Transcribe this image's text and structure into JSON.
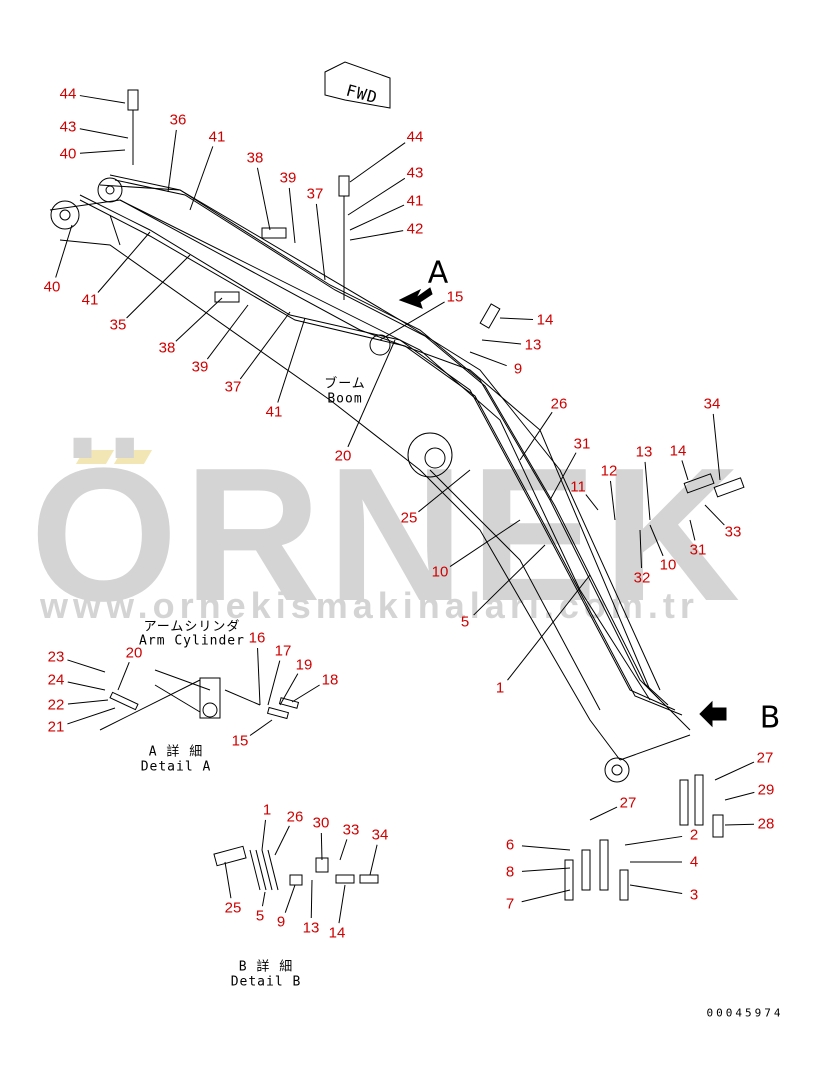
{
  "watermark": {
    "logo": "ÖRNEK",
    "url": "www.ornekismakinalari.com.tr"
  },
  "colors": {
    "callout": "#d00000",
    "line": "#000000",
    "watermark": "#d4d4d4",
    "accent": "#f2e6b4"
  },
  "fwd_label": "FWD",
  "view_a": "A",
  "view_b": "B",
  "boom": {
    "jp": "ブーム",
    "en": "Boom"
  },
  "arm_cylinder": {
    "jp": "アームシリンダ",
    "en": "Arm Cylinder"
  },
  "detail_a": {
    "jp": "A 詳 細",
    "en": "Detail A"
  },
  "detail_b": {
    "jp": "B 詳 細",
    "en": "Detail B"
  },
  "drawing_number": "00045974",
  "callouts": [
    "44",
    "43",
    "40",
    "36",
    "41",
    "38",
    "39",
    "37",
    "44",
    "43",
    "41",
    "42",
    "40",
    "41",
    "35",
    "38",
    "39",
    "37",
    "41",
    "15",
    "14",
    "13",
    "9",
    "20",
    "26",
    "25",
    "31",
    "12",
    "11",
    "13",
    "14",
    "34",
    "33",
    "31",
    "10",
    "32",
    "10",
    "5",
    "1",
    "27",
    "29",
    "28",
    "27",
    "2",
    "4",
    "3",
    "6",
    "8",
    "7",
    "23",
    "24",
    "20",
    "22",
    "21",
    "16",
    "17",
    "19",
    "18",
    "15",
    "1",
    "26",
    "30",
    "33",
    "34",
    "25",
    "5",
    "9",
    "13",
    "14"
  ]
}
